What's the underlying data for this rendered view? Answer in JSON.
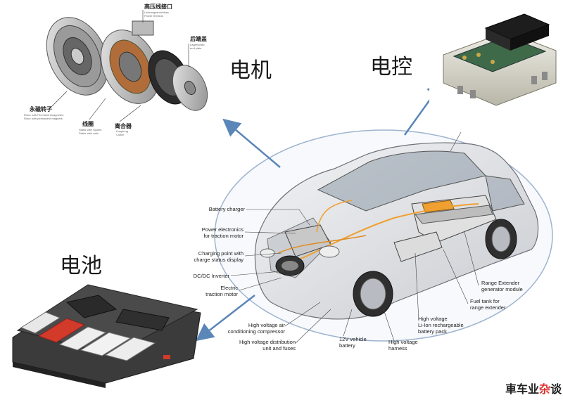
{
  "labels": {
    "motor": "电机",
    "controller": "电控",
    "battery": "电池"
  },
  "motor_parts": {
    "connector": "高压线接口",
    "connector_sub": "Leistungsanschluss\nPower terminal",
    "cover": "后端盖",
    "cover_sub": "Lagerschild\nend plate",
    "rotor": "永磁转子",
    "rotor_sub": "Rotor with Permanentmagneten\nRotor with permanent magnets",
    "stator": "线圈",
    "stator_sub": "Stator with Spulen\nStator with coils",
    "clutch": "离合器",
    "clutch_sub": "Kupplung\nClutch"
  },
  "callouts_left": [
    "Battery charger",
    "Power electronics\nfor traction motor",
    "Charging point with\ncharge status display",
    "DC/DC Inverter",
    "Electric\ntraction motor"
  ],
  "callouts_right": [
    "Range Extender\ngenerator module",
    "Fuel tank for\nrange extender"
  ],
  "callouts_bottom": [
    "High voltage air\nconditioning compressor",
    "High voltage distribution\nunit and fuses",
    "12V vehicle\nbattery",
    "High voltage\nharness",
    "High voltage\nLi-Ion rechargeable\nbattery pack"
  ],
  "watermark": {
    "a": "車",
    "b": "车业",
    "c": "杂",
    "d": "谈"
  },
  "colors": {
    "arrow": "#5b86b8",
    "ellipse": "#9fb4cf",
    "battery_red": "#d23a2a",
    "pcb_green": "#3f6a4a"
  }
}
